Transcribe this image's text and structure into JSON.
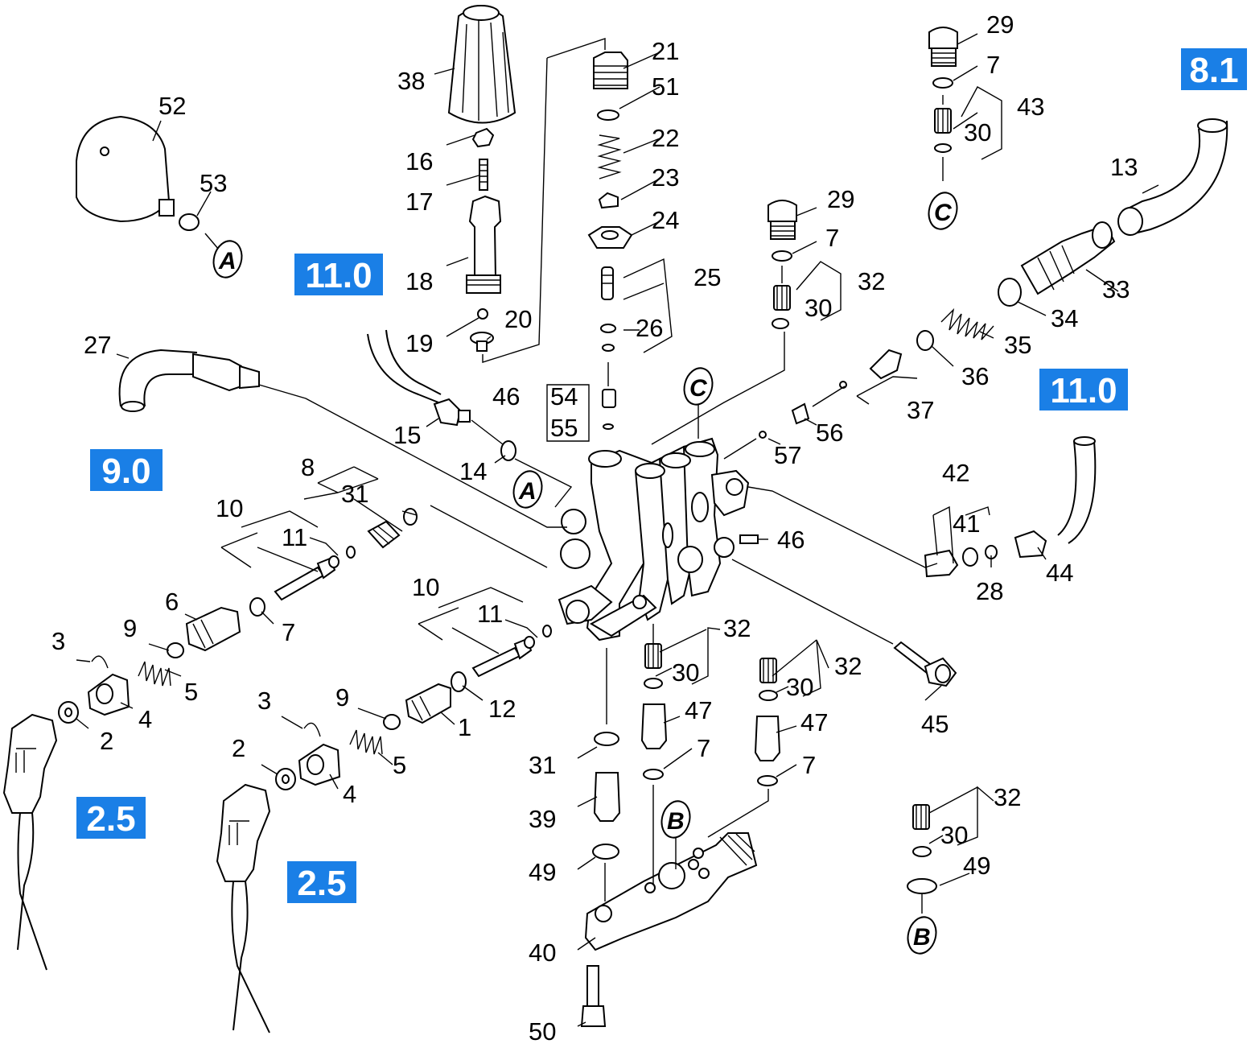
{
  "diagram": {
    "colors": {
      "accent_box": "#1a7fe6",
      "ink": "#000000",
      "background": "#ffffff"
    },
    "reference_boxes": [
      "11.0",
      "8.1",
      "9.0",
      "11.0",
      "2.5",
      "2.5"
    ],
    "connector_letters": [
      "A",
      "A",
      "B",
      "B",
      "C",
      "C"
    ],
    "part_labels": [
      "38",
      "21",
      "51",
      "22",
      "23",
      "24",
      "25",
      "26",
      "46",
      "54",
      "55",
      "16",
      "17",
      "18",
      "19",
      "20",
      "52",
      "53",
      "29",
      "7",
      "43",
      "30",
      "13",
      "29",
      "7",
      "32",
      "30",
      "33",
      "34",
      "35",
      "36",
      "37",
      "56",
      "57",
      "27",
      "15",
      "14",
      "8",
      "31",
      "10",
      "11",
      "6",
      "9",
      "7",
      "3",
      "4",
      "5",
      "2",
      "10",
      "11",
      "12",
      "1",
      "9",
      "3",
      "5",
      "2",
      "4",
      "42",
      "41",
      "44",
      "28",
      "46",
      "45",
      "32",
      "30",
      "47",
      "7",
      "32",
      "30",
      "47",
      "7",
      "31",
      "39",
      "49",
      "40",
      "50",
      "32",
      "30",
      "49"
    ]
  }
}
